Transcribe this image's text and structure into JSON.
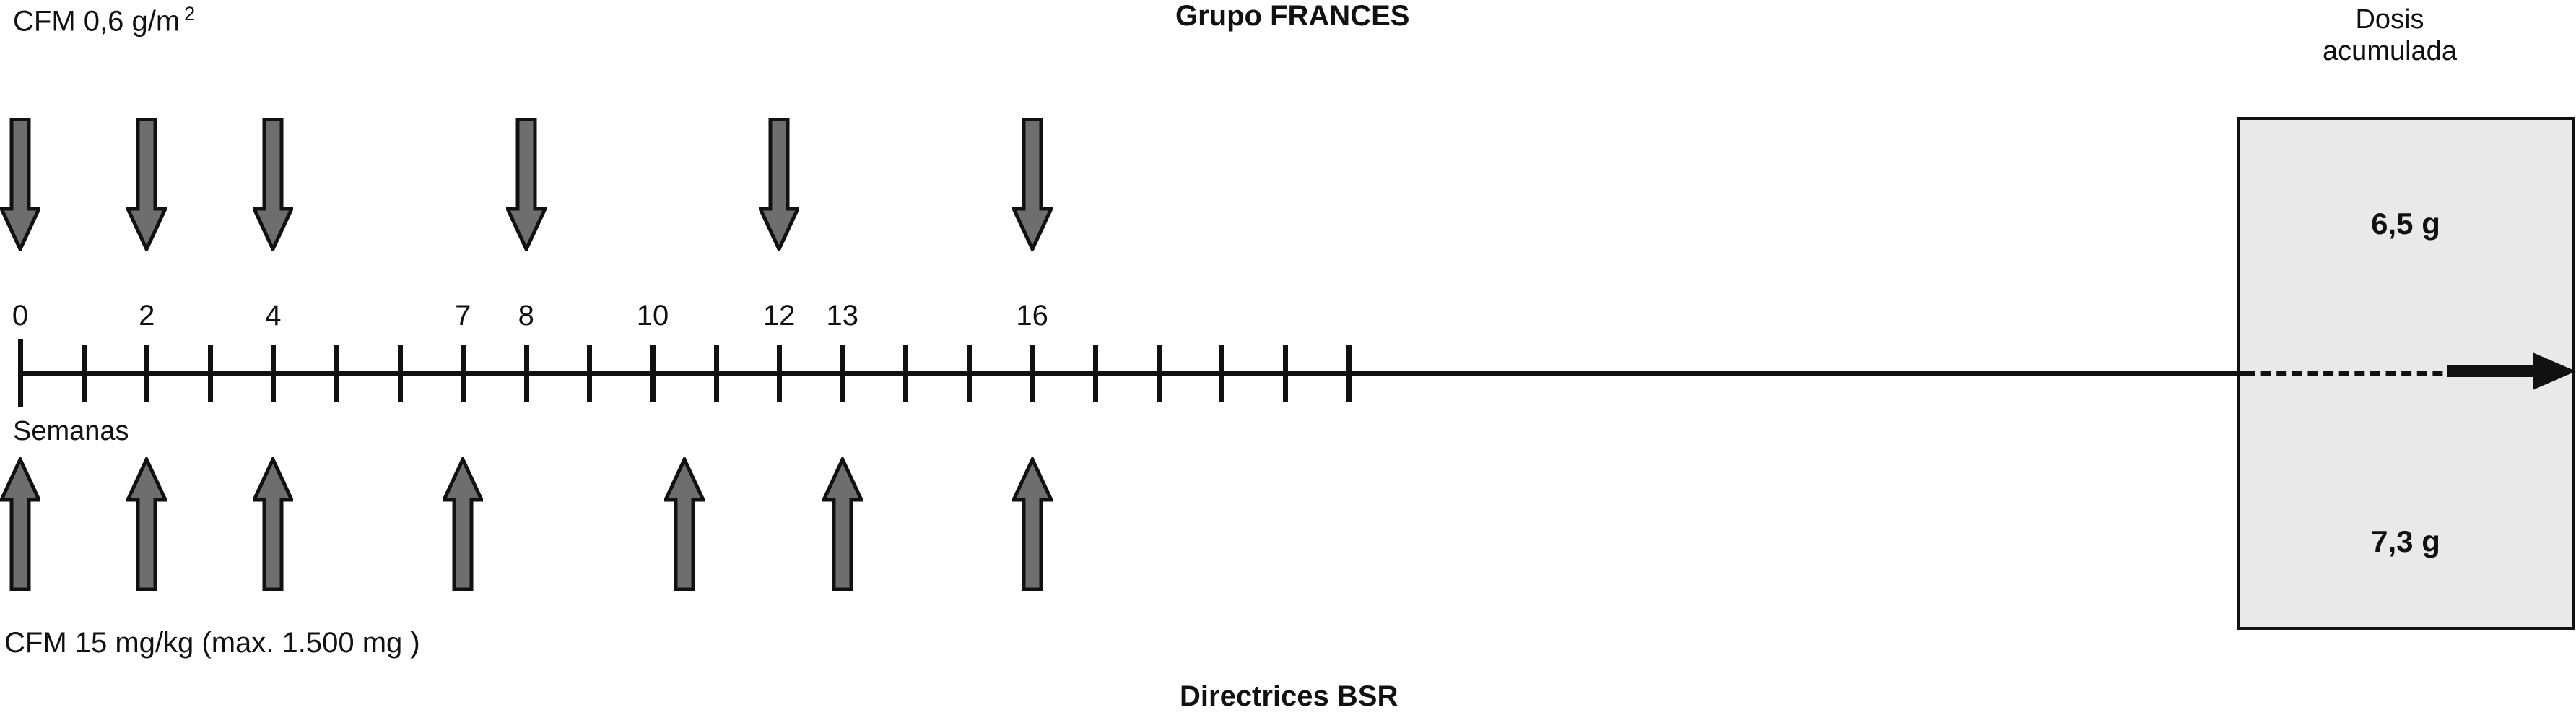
{
  "titles": {
    "top": "Grupo FRANCES",
    "bottom": "Directrices BSR"
  },
  "labels": {
    "top_left_main": "CFM 0,6 g/m",
    "top_left_superscript": "2",
    "bottom_left": "CFM 15 mg/kg  (max. 1.500 mg )",
    "axis_name": "Semanas"
  },
  "dose_panel": {
    "heading_line1": "Dosis",
    "heading_line2": "acumulada",
    "top_value": "6,5 g",
    "bottom_value": "7,3 g"
  },
  "chart_data": {
    "type": "timeline",
    "title": "Grupo FRANCES / Directrices BSR",
    "xlabel": "Semanas",
    "xlim": [
      0,
      35
    ],
    "axis_tick_weeks": [
      0,
      1,
      2,
      3,
      4,
      5,
      6,
      7,
      8,
      9,
      10,
      11,
      12,
      13,
      14,
      15,
      16,
      17,
      18,
      19,
      20,
      21
    ],
    "tick_labels": [
      {
        "week": 0,
        "text": "0"
      },
      {
        "week": 2,
        "text": "2"
      },
      {
        "week": 4,
        "text": "4"
      },
      {
        "week": 7,
        "text": "7"
      },
      {
        "week": 8,
        "text": "8"
      },
      {
        "week": 10,
        "text": "10"
      },
      {
        "week": 12,
        "text": "12"
      },
      {
        "week": 13,
        "text": "13"
      },
      {
        "week": 16,
        "text": "16"
      }
    ],
    "series": [
      {
        "name": "Grupo FRANCES",
        "regimen": "CFM 0,6 g/m2",
        "direction": "down",
        "cumulative_dose": "6,5 g",
        "dose_weeks": [
          0,
          2,
          4,
          8,
          12,
          16
        ],
        "marker_color": "#6E6E6E"
      },
      {
        "name": "Directrices BSR",
        "regimen": "CFM 15 mg/kg  (max. 1.500 mg )",
        "direction": "up",
        "cumulative_dose": "7,3 g",
        "dose_weeks": [
          0,
          2,
          4,
          7,
          10.5,
          13,
          16
        ],
        "marker_color": "#6E6E6E"
      }
    ],
    "continuation": {
      "style": "dashed-then-solid-arrow",
      "note": "timeline continues to the right into the cumulative-dose panel"
    },
    "grid": false,
    "legend": "none"
  }
}
